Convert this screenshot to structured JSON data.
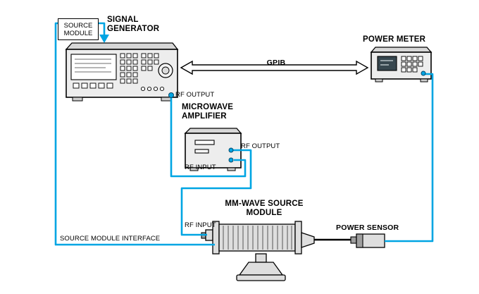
{
  "labels": {
    "source_module": "SOURCE\nMODULE",
    "signal_generator": "SIGNAL\nGENERATOR",
    "power_meter": "POWER METER",
    "gpib": "GPIB",
    "sig_gen_rf_output": "RF OUTPUT",
    "microwave_amplifier": "MICROWAVE\nAMPLIFIER",
    "amp_rf_output": "RF OUTPUT",
    "amp_rf_input": "RF INPUT",
    "mm_wave_module": "MM-WAVE SOURCE\nMODULE",
    "mm_wave_rf_input": "RF INPUT",
    "power_sensor": "POWER SENSOR",
    "source_module_interface": "SOURCE MODULE INTERFACE"
  },
  "connections": [
    {
      "from": "signal-generator",
      "to": "mm-wave-source-module",
      "label": "SOURCE MODULE INTERFACE",
      "type": "cable"
    },
    {
      "from": "signal-generator-rf-output",
      "to": "microwave-amplifier-rf-input",
      "type": "cable"
    },
    {
      "from": "microwave-amplifier-rf-output",
      "to": "mm-wave-source-module-rf-input",
      "type": "cable"
    },
    {
      "from": "signal-generator",
      "to": "power-meter",
      "label": "GPIB",
      "type": "bus-double-arrow"
    },
    {
      "from": "power-meter",
      "to": "power-sensor",
      "type": "cable"
    },
    {
      "from": "mm-wave-source-module-output",
      "to": "power-sensor",
      "type": "direct"
    }
  ],
  "colors": {
    "cable_color": "#00A5E3",
    "outline_color": "#000000",
    "equipment_fill": "#ededed"
  }
}
